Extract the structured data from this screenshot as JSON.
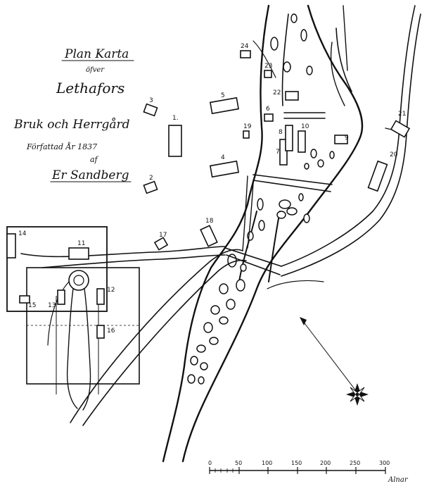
{
  "title": {
    "line1": "Plan Karta",
    "line2": "öfver",
    "line3": "Lethafors",
    "line4": "Bruk och Herrgård",
    "line5": "Författad År 1837",
    "line6": "af",
    "line7": "Er Sandberg"
  },
  "buildings": [
    "1.",
    "2",
    "3",
    "4",
    "5",
    "6",
    "7",
    "8",
    "9",
    "10",
    "11",
    "12",
    "13",
    "14",
    "15",
    "16",
    "17",
    "18",
    "19",
    "20",
    "21",
    "22",
    "23",
    "24"
  ],
  "scale": {
    "ticks": [
      "0",
      "50",
      "100",
      "150",
      "200",
      "250",
      "300"
    ],
    "unit": "Alnar"
  },
  "compass": {
    "icon": "compass-rose-icon"
  }
}
